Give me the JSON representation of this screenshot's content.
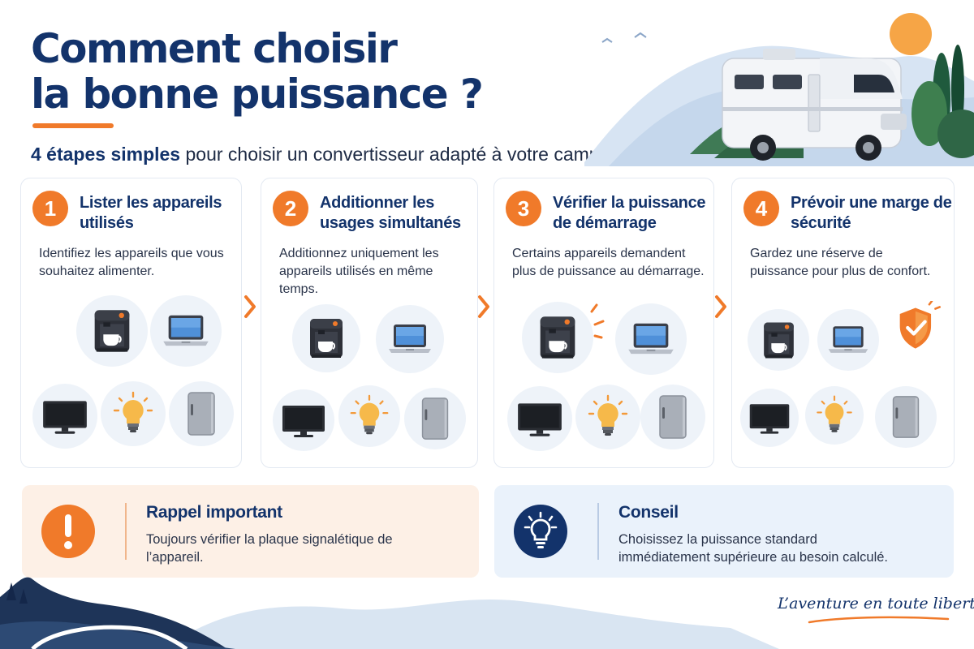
{
  "header": {
    "title_line1": "Comment choisir",
    "title_line2": "la bonne puissance ?",
    "subtitle_bold": "4 étapes simples",
    "subtitle_rest": " pour choisir un convertisseur adapté à votre camping-car"
  },
  "steps": [
    {
      "number": "1",
      "title": "Lister les appareils utilisés",
      "description": "Identifiez les appareils que vous souhaitez alimenter."
    },
    {
      "number": "2",
      "title": "Additionner les usages simultanés",
      "description": "Additionnez uniquement les appareils utilisés en même temps."
    },
    {
      "number": "3",
      "title": "Vérifier la puissance de démarrage",
      "description": "Certains appareils demandent plus de puissance au démarrage."
    },
    {
      "number": "4",
      "title": "Prévoir une marge de sécurité",
      "description": "Gardez une réserve de puissance pour plus de confort."
    }
  ],
  "appliance_icons": [
    "coffee-machine-icon",
    "laptop-icon",
    "tv-icon",
    "light-bulb-icon",
    "fridge-icon",
    "shield-check-icon"
  ],
  "reminder": {
    "title": "Rappel important",
    "text": "Toujours vérifier la plaque signalétique de l’appareil."
  },
  "advice": {
    "title": "Conseil",
    "text": "Choisissez la puissance standard immédiatement supérieure au besoin calculé."
  },
  "tagline": "L’aventure en toute liberté",
  "colors": {
    "navy": "#13336b",
    "accent_orange": "#f07a2a",
    "warn_bg": "#fdf0e6",
    "tip_bg": "#eaf2fb",
    "card_border": "#e3e9f2"
  }
}
